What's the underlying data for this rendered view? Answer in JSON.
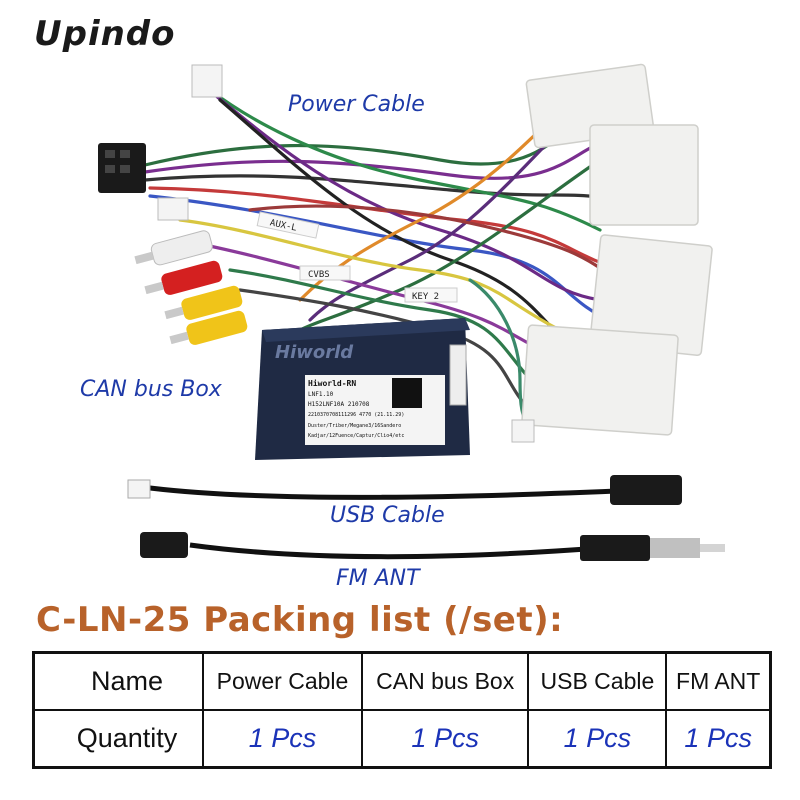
{
  "brand": "Upindo",
  "labels": {
    "power_cable": "Power Cable",
    "can_bus_box": "CAN bus Box",
    "usb_cable": "USB Cable",
    "fm_ant": "FM ANT"
  },
  "box_print": {
    "logo": "Hiworld",
    "line1": "Hiworld-RN",
    "line2": "LNF1.10",
    "line3": "H152LNF10A   210708",
    "line4": "2210370708111296 4770  (21.11.29)",
    "line5": "Duster/Triber/Megane3/16Sandero",
    "line6": "Kadjar/12Fuence/Captur/Clio4/etc"
  },
  "wire_tags": [
    "AUX-L",
    "CVBS",
    "KEY 2"
  ],
  "packing": {
    "title": "C-LN-25 Packing list (/set):",
    "headers": [
      "Name",
      "Power Cable",
      "CAN bus Box",
      "USB Cable",
      "FM ANT"
    ],
    "quantities": [
      "Quantity",
      "1 Pcs",
      "1 Pcs",
      "1 Pcs",
      "1 Pcs"
    ]
  },
  "colors": {
    "label_blue": "#1e3aa8",
    "title_orange": "#b8622a",
    "box_navy": "#1f2a44"
  }
}
